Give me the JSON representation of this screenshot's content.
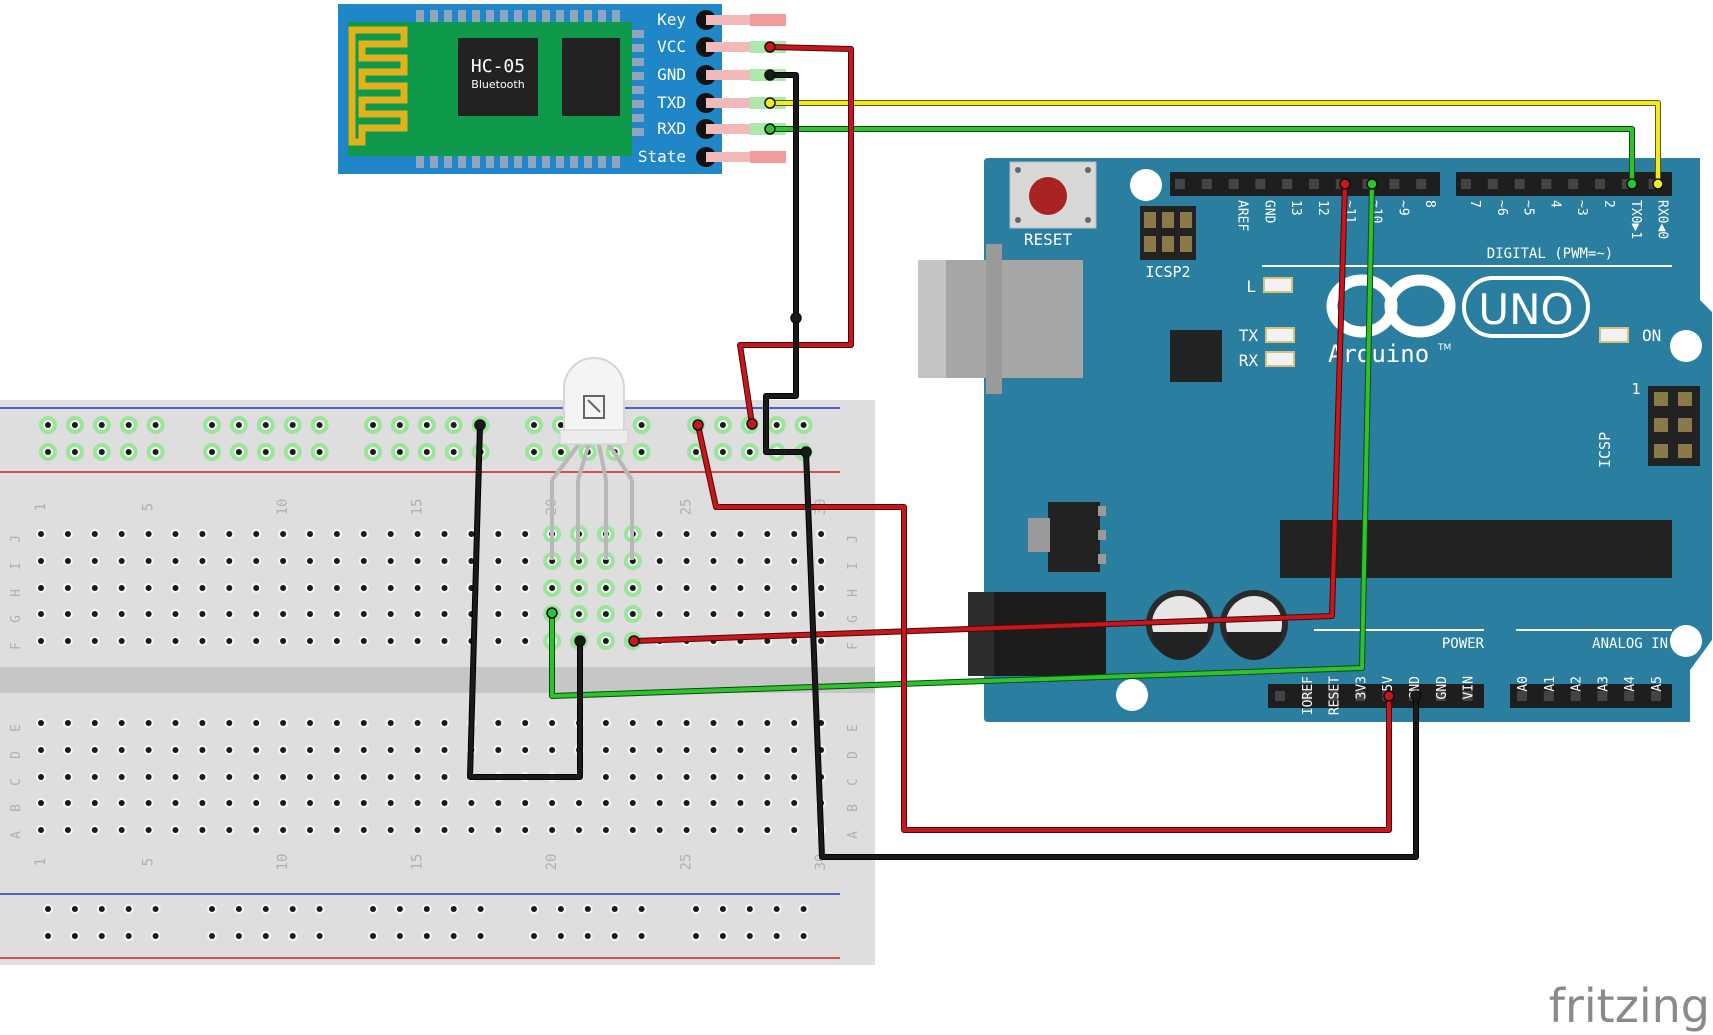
{
  "hc05": {
    "name": "HC-05",
    "subtitle": "Bluetooth",
    "pins": [
      "Key",
      "VCC",
      "GND",
      "TXD",
      "RXD",
      "State"
    ]
  },
  "rgb_led": {
    "legs": 4
  },
  "breadboard": {
    "row_letters_top": [
      "J",
      "I",
      "H",
      "G",
      "F"
    ],
    "row_letters_bottom": [
      "E",
      "D",
      "C",
      "B",
      "A"
    ],
    "column_numbers": [
      "1",
      "5",
      "10",
      "15",
      "20",
      "25",
      "30"
    ]
  },
  "arduino": {
    "logo_text": "Arduino",
    "trademark": "TM",
    "model": "UNO",
    "reset_label": "RESET",
    "icsp2_label": "ICSP2",
    "icsp_label": "ICSP",
    "icsp_pin1": "1",
    "led_labels": [
      "L",
      "TX",
      "RX",
      "ON"
    ],
    "digital_label": "DIGITAL (PWM=~)",
    "digital_pins_left": [
      "AREF",
      "GND",
      "13",
      "12",
      "~11",
      "~10",
      "~9",
      "8"
    ],
    "digital_pins_right": [
      "7",
      "~6",
      "~5",
      "4",
      "~3",
      "2",
      "TX0▶1",
      "RX0◀0"
    ],
    "power_label": "POWER",
    "power_pins": [
      "IOREF",
      "RESET",
      "3V3",
      "5V",
      "GND",
      "GND",
      "VIN"
    ],
    "analog_label": "ANALOG IN",
    "analog_pins": [
      "A0",
      "A1",
      "A2",
      "A3",
      "A4",
      "A5"
    ]
  },
  "watermark": "fritzing",
  "colors": {
    "wire_red": "#c8161d",
    "wire_black": "#1a1a1a",
    "wire_green": "#2fc22f",
    "wire_yellow": "#f0ea1e",
    "arduino_board": "#2a7fa0",
    "hc05_board": "#1f86c8",
    "hc05_pcb": "#0e9a4a",
    "breadboard": "#dedede"
  }
}
